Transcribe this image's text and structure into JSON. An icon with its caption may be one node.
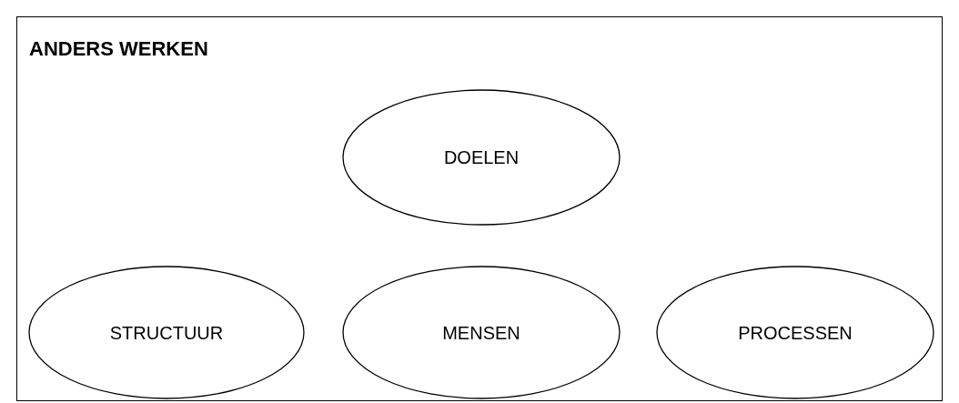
{
  "diagram": {
    "nodes": [
      {
        "text": [
          "ANDERS WERKEN"
        ]
      },
      {
        "text": [
          "DOELEN"
        ],
        "in": 0
      },
      {
        "text": [
          "STRUCTUUR"
        ],
        "in": 0
      },
      {
        "text": [
          "MENSEN"
        ],
        "in": 0
      },
      {
        "text": [
          "PROCESSEN"
        ],
        "in": 0
      }
    ]
  }
}
